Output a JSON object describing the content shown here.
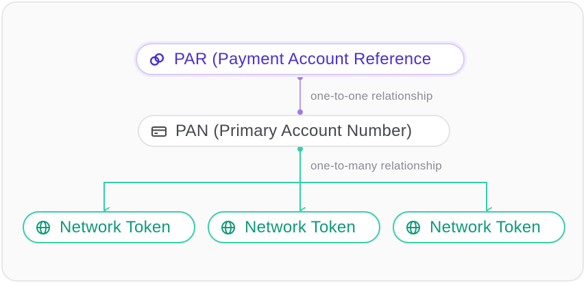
{
  "nodes": {
    "par": {
      "label": "PAR (Payment Account Reference",
      "icon": "link-icon"
    },
    "pan": {
      "label": "PAN (Primary Account Number)",
      "icon": "credit-card-icon"
    },
    "tokens": [
      {
        "label": "Network Token",
        "icon": "globe-icon"
      },
      {
        "label": "Network Token",
        "icon": "globe-icon"
      },
      {
        "label": "Network Token",
        "icon": "globe-icon"
      }
    ]
  },
  "relationships": {
    "par_to_pan": "one-to-one relationship",
    "pan_to_tokens": "one-to-many relationship"
  },
  "colors": {
    "par_text": "#4a2fd0",
    "par_border": "#d9ccf7",
    "par_connector": "#9c7ce6",
    "pan_text": "#46474d",
    "token_text": "#0e9a78",
    "token_border": "#39cfa9",
    "token_connector": "#2fd1a8",
    "relationship_text": "#8b8c94",
    "background": "#fafafb"
  }
}
